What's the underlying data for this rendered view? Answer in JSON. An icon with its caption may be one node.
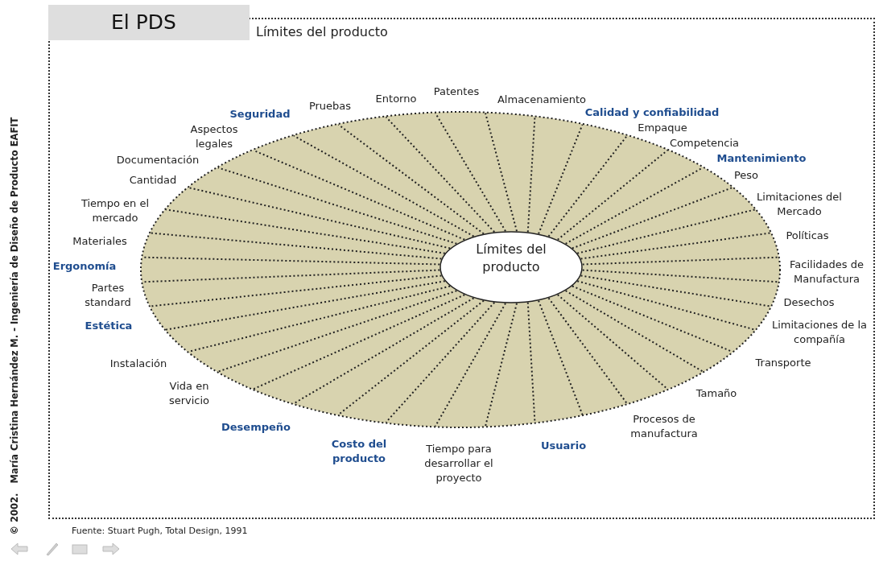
{
  "diagram": {
    "title": "El PDS",
    "caption": "Fuente: Stuart Pugh, Total Design, 1991",
    "nodes": [
      {
        "text": [
          "Límites del producto"
        ]
      },
      {
        "text": [],
        "shape": "ellipse",
        "in": 0
      },
      {
        "text": [
          "Límites del producto"
        ],
        "in": 1
      }
    ],
    "edges": [],
    "labels": [
      "Patentes",
      "Entorno",
      "Almacenamiento",
      "Pruebas",
      "Seguridad",
      "Calidad y confiabilidad",
      "Aspectos legales",
      "Empaque",
      "Competencia",
      "Documentación",
      "Mantenimiento",
      "Cantidad",
      "Peso",
      "Tiempo en el mercado",
      "Limitaciones del Mercado",
      "Materiales",
      "Políticas",
      "Ergonomía",
      "Facilidades de Manufactura",
      "Partes standard",
      "Desechos",
      "Estética",
      "Limitaciones de la compañía",
      "Instalación",
      "Transporte",
      "Vida en servicio",
      "Tamaño",
      "Desempeño",
      "Procesos de manufactura",
      "Costo del producto",
      "Usuario",
      "Tiempo para desarrollar el proyecto",
      "© 2002.   María Cristina Hernández M. - Ingeniería de Diseño de Producto EAFIT"
    ]
  }
}
